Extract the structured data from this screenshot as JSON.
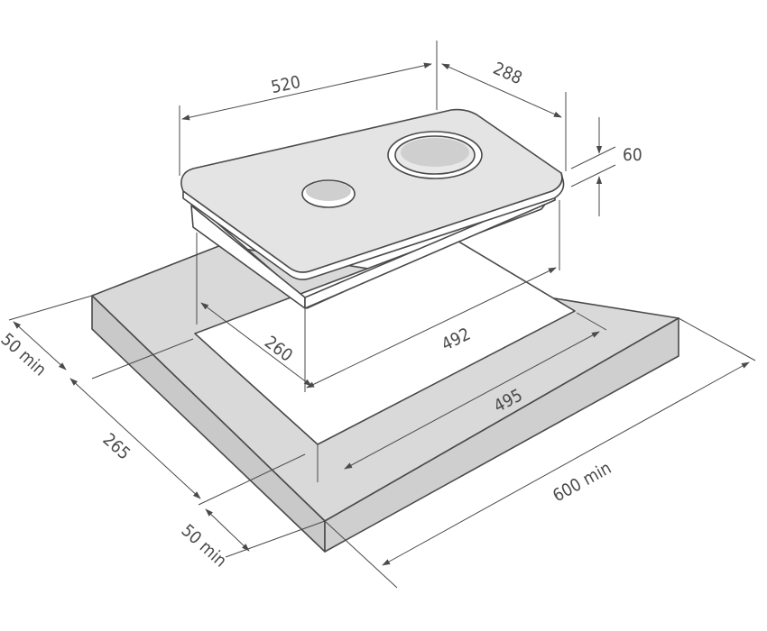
{
  "dimensions": {
    "hob_width": "520",
    "hob_depth": "288",
    "hob_height": "60",
    "cutout_depth": "260",
    "cutout_width": "492",
    "cutout_tolerance_width": "495",
    "counter_depth": "265",
    "worktop_width_min": "600 min",
    "front_margin_min": "50 min",
    "back_margin_min": "50 min"
  },
  "colors": {
    "line": "#4a4a4a",
    "counter_top": "#d9d9d9",
    "counter_side": "#c9c9c9",
    "hob_top": "#e4e4e4",
    "hob_body": "#ffffff",
    "background": "#ffffff"
  }
}
